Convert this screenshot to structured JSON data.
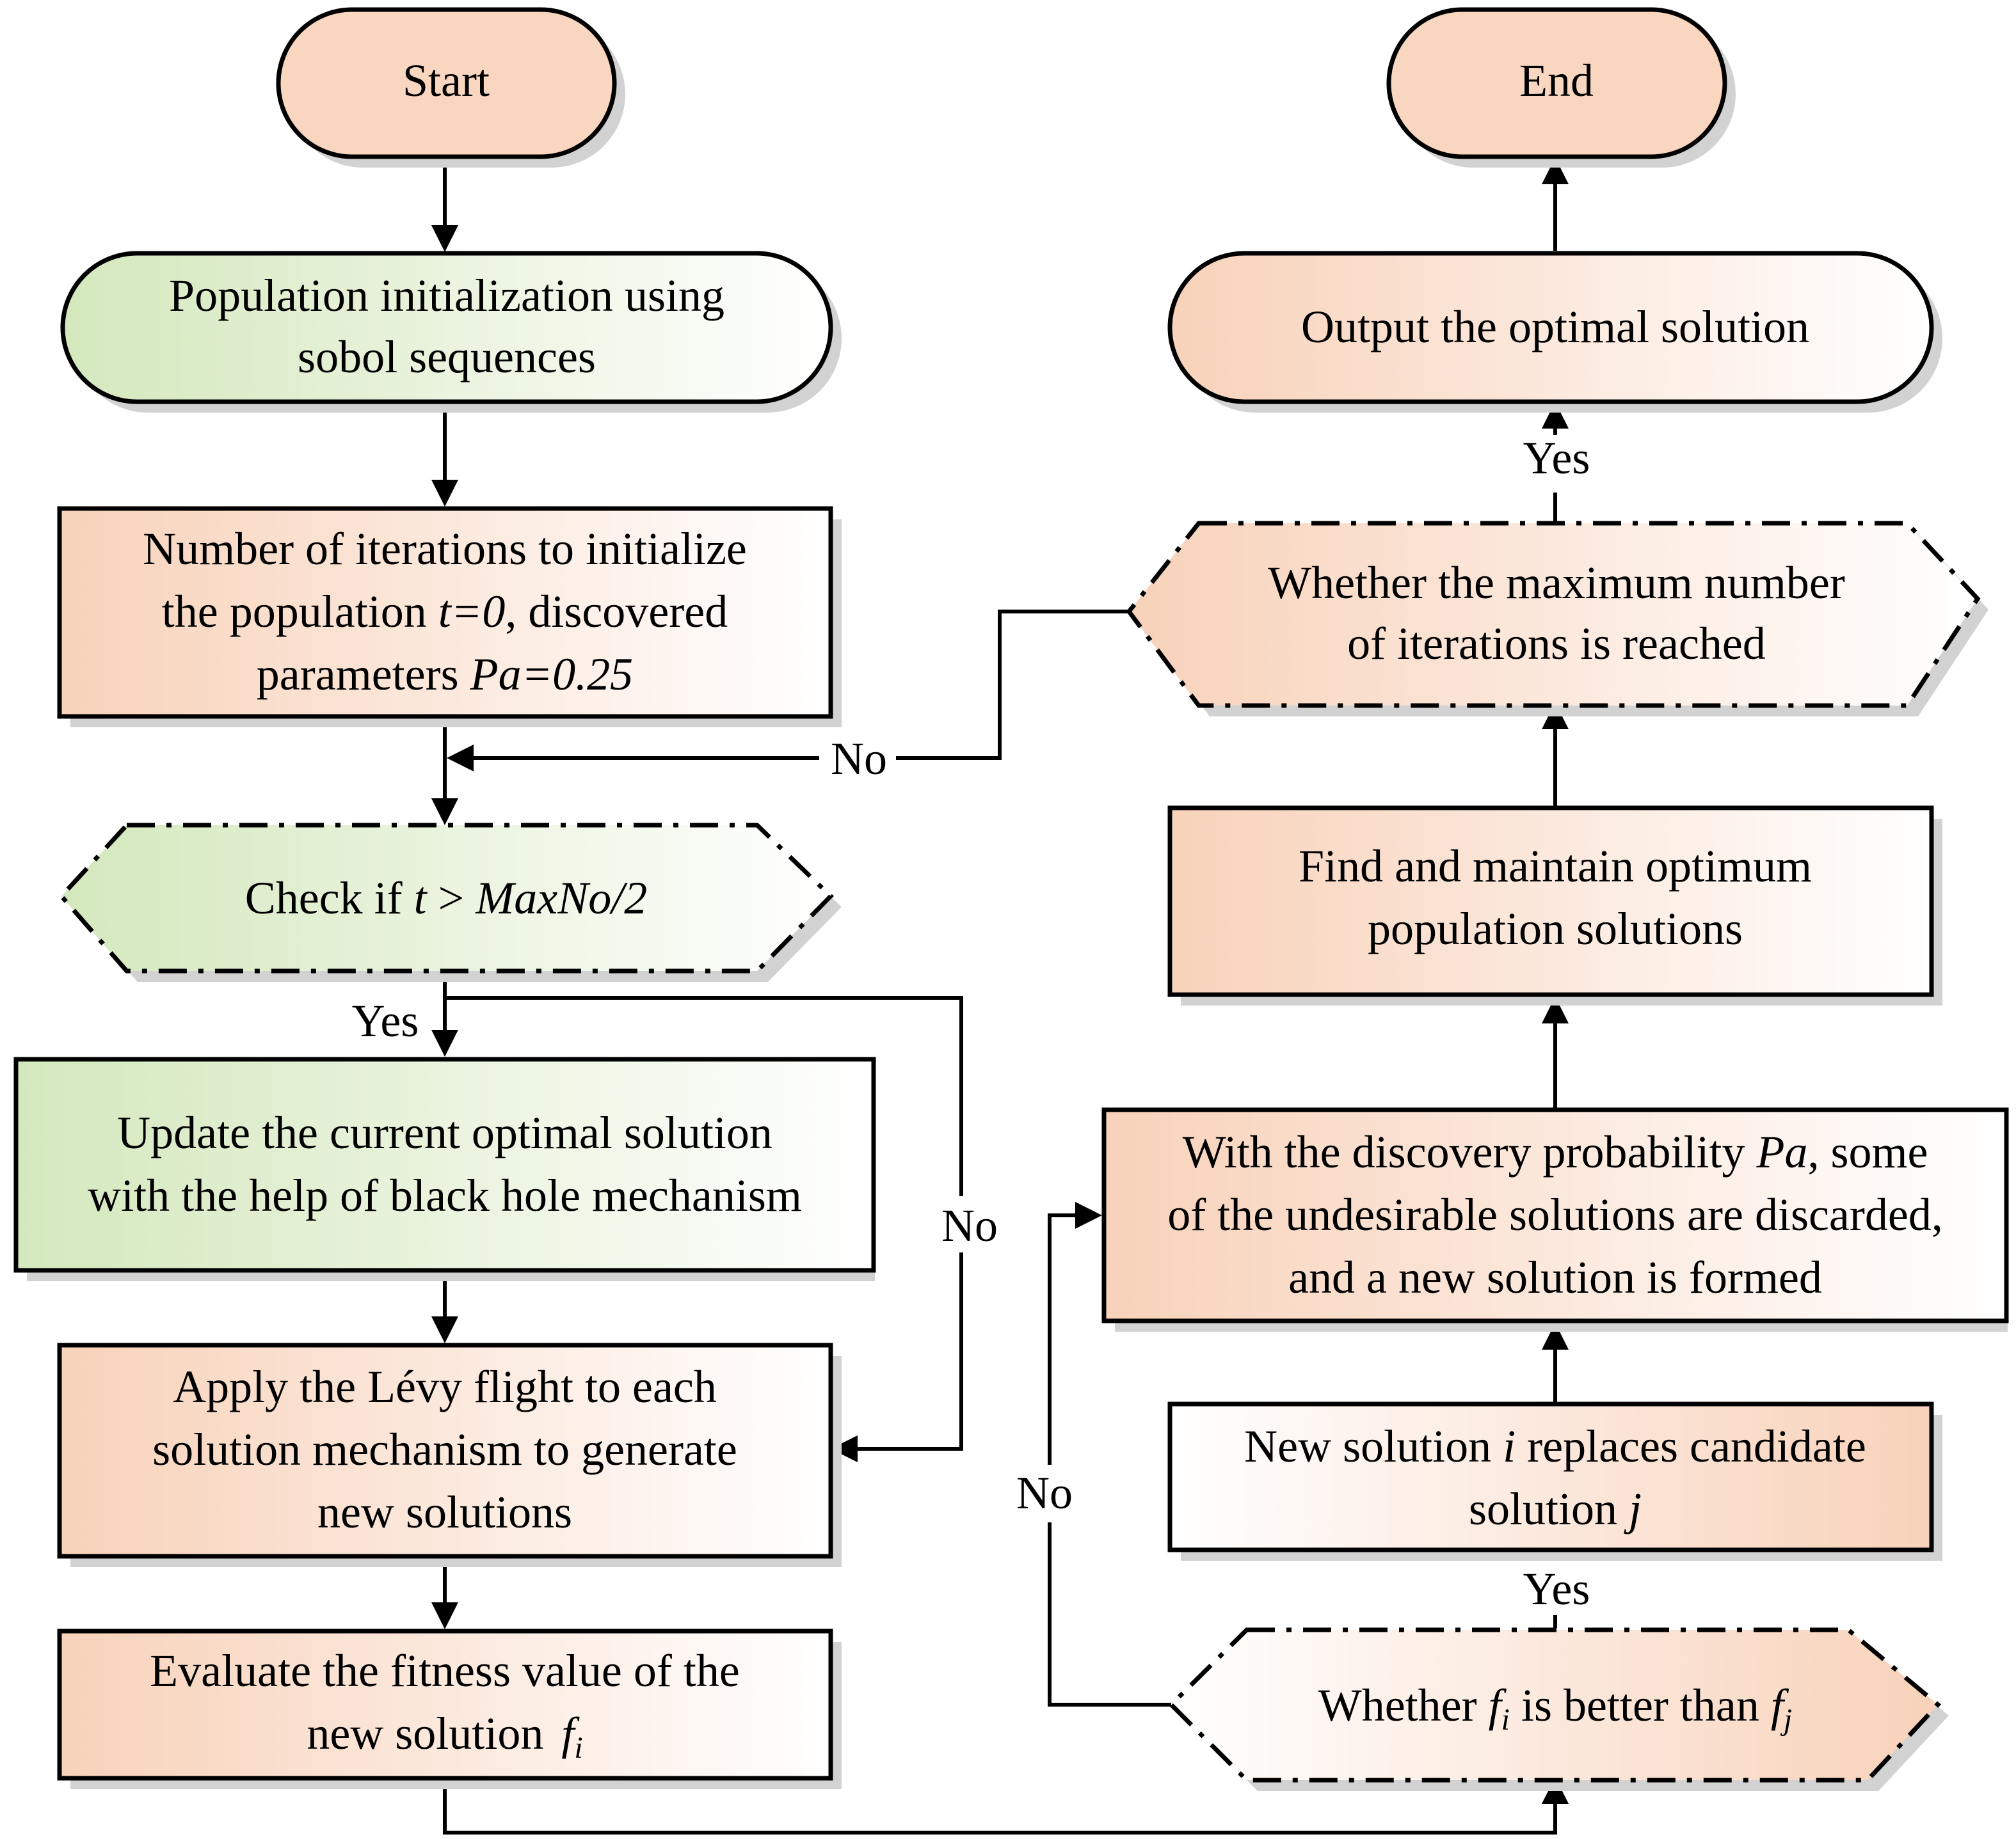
{
  "nodes": {
    "start": {
      "text": "Start"
    },
    "end": {
      "text": "End"
    },
    "init_population": {
      "line1": "Population initialization using",
      "line2": "sobol sequences"
    },
    "init_iterations": {
      "line1": "Number of iterations to initialize",
      "line2_a": "the population ",
      "line2_b": "t=0",
      "line2_c": ", discovered",
      "line3_a": "parameters ",
      "line3_b": "Pa=0.25"
    },
    "check_t": {
      "prefix": "Check if ",
      "expr_t": "t",
      "expr_op": " > ",
      "expr_max": "MaxNo/2"
    },
    "update_blackhole": {
      "line1": "Update the current optimal solution",
      "line2": "with the help of black hole mechanism"
    },
    "levy_flight": {
      "line1": "Apply the Lévy flight to each",
      "line2": "solution mechanism to generate",
      "line3": "new solutions"
    },
    "evaluate_fitness": {
      "line1": "Evaluate the fitness value of the",
      "line2": "new solution ",
      "f": "f",
      "sub": "i"
    },
    "compare_fitness": {
      "prefix": "Whether ",
      "f1": "f",
      "sub1": "i",
      "middle": " is better than ",
      "f2": "f",
      "sub2": "j"
    },
    "replace_candidate": {
      "line1_a": "New solution ",
      "line1_i": "i",
      "line1_b": " replaces candidate",
      "line2_a": "solution ",
      "line2_j": "j"
    },
    "discard_solutions": {
      "line1_a": "With the discovery probability ",
      "line1_pa": "Pa",
      "line1_b": ", some",
      "line2": "of the undesirable solutions are discarded,",
      "line3": "and a new solution is formed"
    },
    "maintain_optimum": {
      "line1": "Find and maintain optimum",
      "line2": "population solutions"
    },
    "check_max_iterations": {
      "line1": "Whether the maximum number",
      "line2": "of iterations is reached"
    },
    "output_optimal": {
      "text": "Output the optimal solution"
    }
  },
  "edge_labels": {
    "check_t_yes": "Yes",
    "check_t_no": "No",
    "max_iter_no": "No",
    "max_iter_yes": "Yes",
    "compare_yes": "Yes",
    "compare_no": "No"
  },
  "colors": {
    "orange_fill": "#f8d8c2",
    "green_fill": "#dcebc8",
    "light_fill": "#ffffff",
    "stroke": "#000000",
    "shadow": "#d2d2d2"
  }
}
